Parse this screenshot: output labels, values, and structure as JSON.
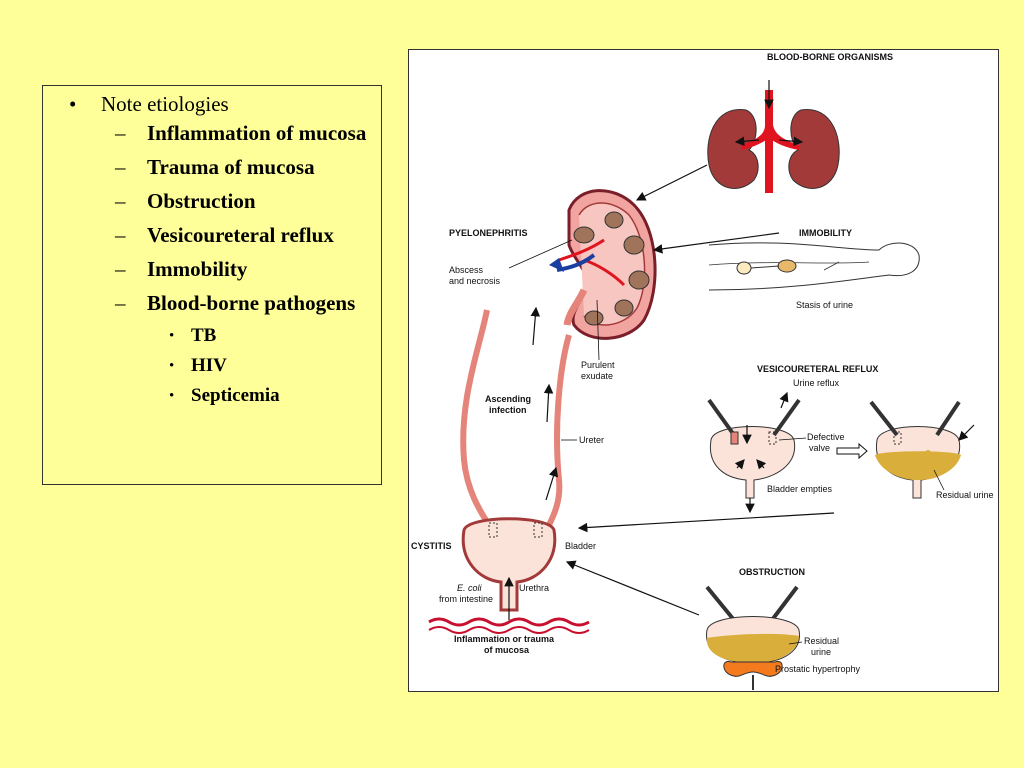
{
  "bullets": {
    "heading": "Note etiologies",
    "items": [
      "Inflammation of mucosa",
      "Trauma of mucosa",
      "Obstruction",
      "Vesicoureteral reflux",
      "Immobility",
      "Blood-borne pathogens"
    ],
    "sub_items": [
      "TB",
      "HIV",
      "Septicemia"
    ],
    "bullet_char": "•",
    "dash_char": "–"
  },
  "diagram": {
    "blood_borne": "BLOOD-BORNE ORGANISMS",
    "pyelonephritis": "PYELONEPHRITIS",
    "abscess_1": "Abscess",
    "abscess_2": "and necrosis",
    "immobility": "IMMOBILITY",
    "stasis": "Stasis of urine",
    "purulent_1": "Purulent",
    "purulent_2": "exudate",
    "vesico": "VESICOURETERAL REFLUX",
    "urine_reflux": "Urine reflux",
    "ascending_1": "Ascending",
    "ascending_2": "infection",
    "ureter": "Ureter",
    "defective_1": "Defective",
    "defective_2": "valve",
    "bladder_empties": "Bladder empties",
    "residual_urine": "Residual urine",
    "cystitis": "CYSTITIS",
    "bladder": "Bladder",
    "ecoli_1": "E. coli",
    "ecoli_2": "from intestine",
    "urethra": "Urethra",
    "obstruction": "OBSTRUCTION",
    "inflammation_1": "Inflammation or trauma",
    "inflammation_2": "of mucosa",
    "residual_1": "Residual",
    "residual_2": "urine",
    "prostatic": "Prostatic hypertrophy"
  },
  "colors": {
    "background": "#FFFF99",
    "kidney": "#A33A3A",
    "vessel": "#E0141E",
    "vein": "#1A3FA0",
    "urine": "#D9AE3A",
    "prostate": "#F47A1E",
    "bladder_fill": "#FCE3DA"
  }
}
